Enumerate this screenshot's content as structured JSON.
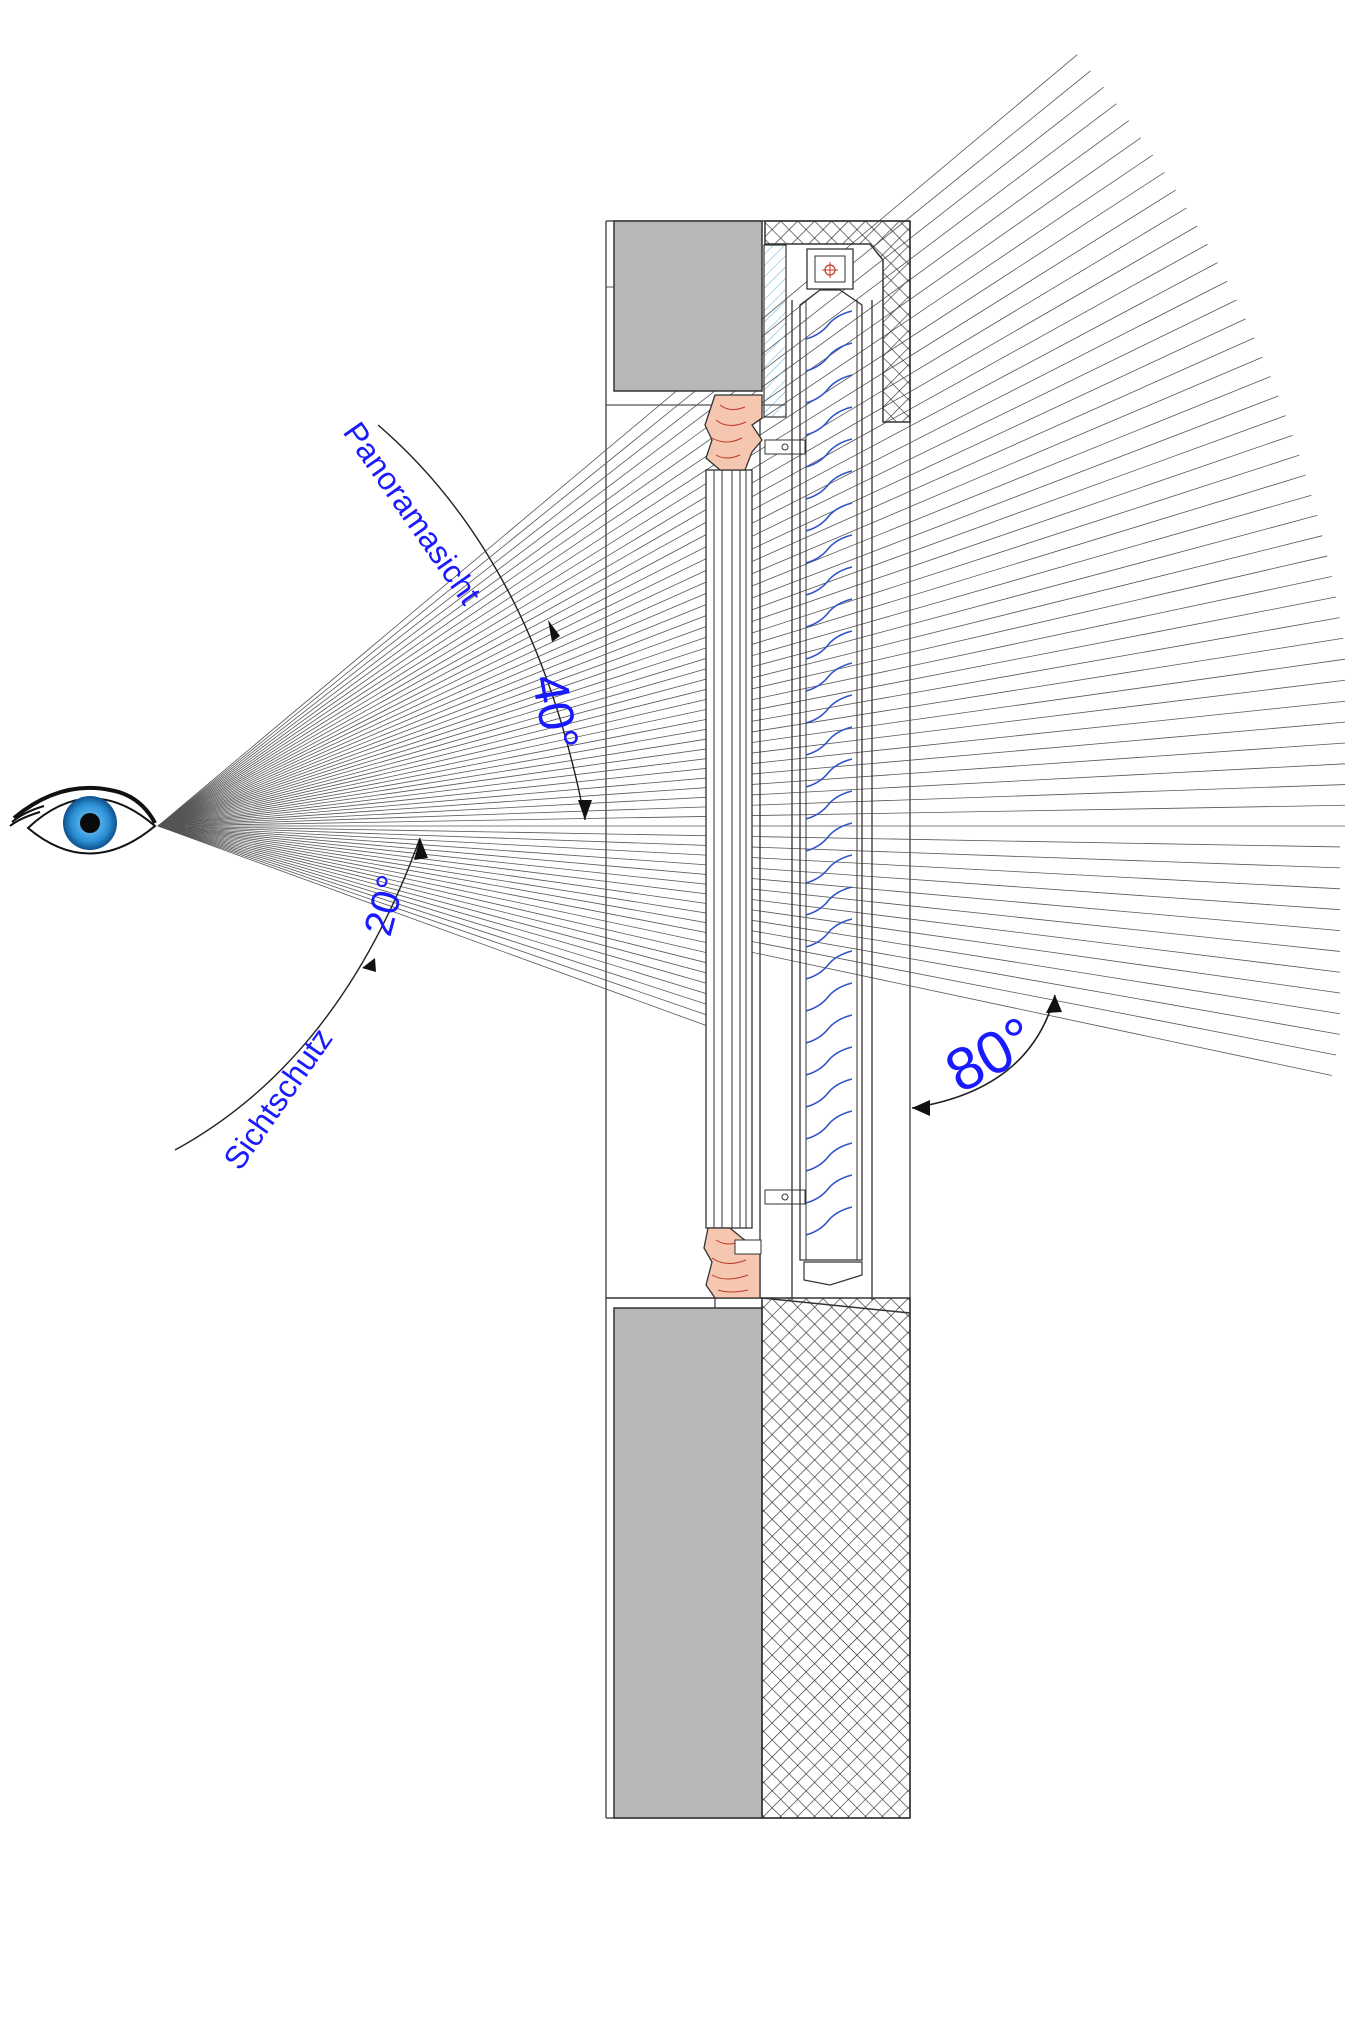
{
  "labels": {
    "panorama": "Panoramasicht",
    "privacy": "Sichtschutz",
    "angle_up": "40°",
    "angle_down": "20°",
    "angle_slat": "80°"
  },
  "colors": {
    "label": "#1a1aff",
    "concrete": "#b7b7b7",
    "wood": "#f5c6b0",
    "wood_line": "#c0392b",
    "slat": "#2f55c9",
    "iris": "#2a8fd4",
    "line": "#444444"
  },
  "icons": {
    "eye": "eye-icon"
  }
}
